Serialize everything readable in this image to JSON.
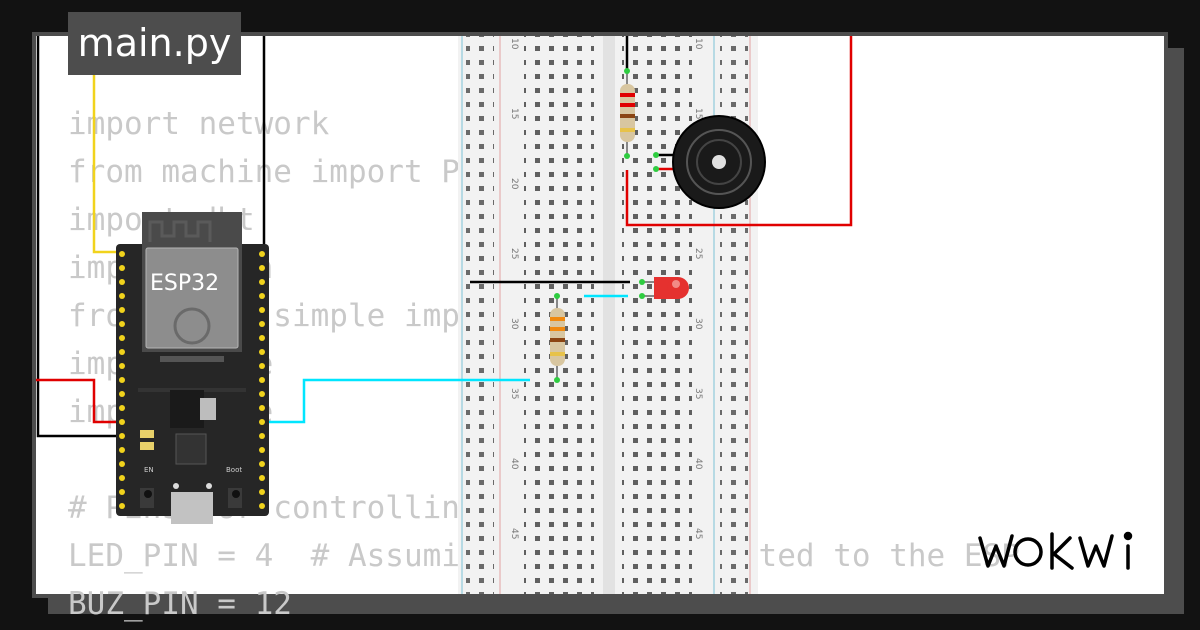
{
  "file_tab": {
    "label": "main.py"
  },
  "code_lines": [
    "import network",
    "from machine import P",
    "import dht",
    "import json",
    "from umqtt.simple import",
    "import time",
    "import time",
    "",
    "# Pins for controlling",
    "LED_PIN = 4  # Assuming LED is connected to the ESP",
    "BUZ_PIN = 12"
  ],
  "components": {
    "esp32": {
      "label": "ESP32",
      "en_label": "EN",
      "boot_label": "Boot"
    },
    "breadboard": {
      "row_numbers": [
        "10",
        "15",
        "20",
        "25",
        "30",
        "35",
        "40",
        "45"
      ]
    },
    "led": {
      "color": "#e5312f"
    },
    "buzzer": {
      "color": "#111111"
    }
  },
  "wire_colors": {
    "vcc": "#f1d31c",
    "signal": "#00e6ff",
    "power": "#e00000",
    "ground": "#000000"
  },
  "brand": {
    "logo_text": "WOKWi"
  }
}
